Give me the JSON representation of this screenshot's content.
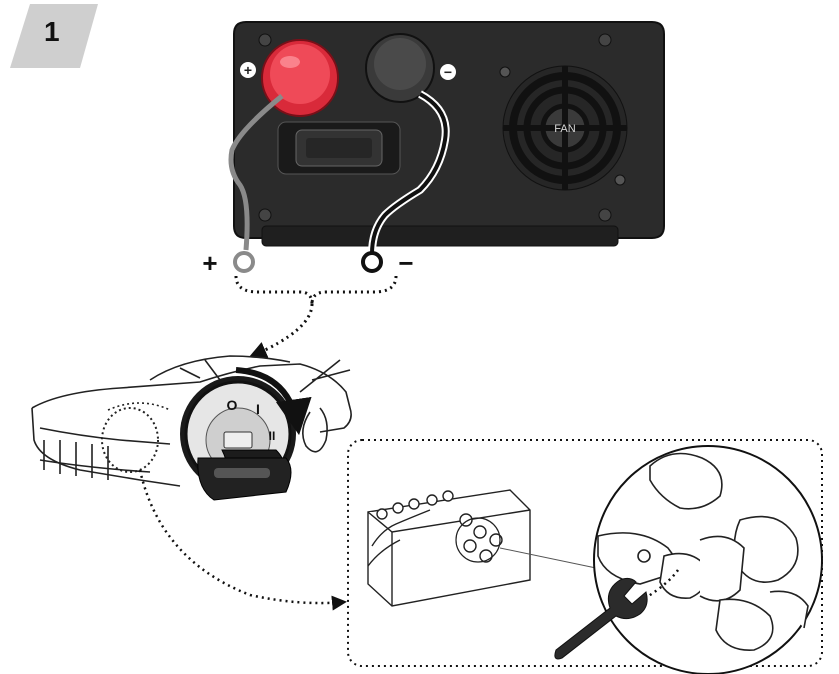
{
  "step": {
    "number": "1"
  },
  "inverter": {
    "fan_label": "FAN",
    "positive_symbol": "+",
    "negative_symbol": "−"
  },
  "connection": {
    "plus_label": "+",
    "minus_label": "−"
  },
  "ignition": {
    "off_mark": "O",
    "on_mark": "I",
    "acc_mark": "II"
  },
  "colors": {
    "badge": "#cfcfcf",
    "inverter_body": "#2b2b2b",
    "positive_terminal": "#e0303f",
    "negative_terminal": "#3a3a3a",
    "positive_wire": "#8a8a8a",
    "negative_wire": "#111111"
  }
}
